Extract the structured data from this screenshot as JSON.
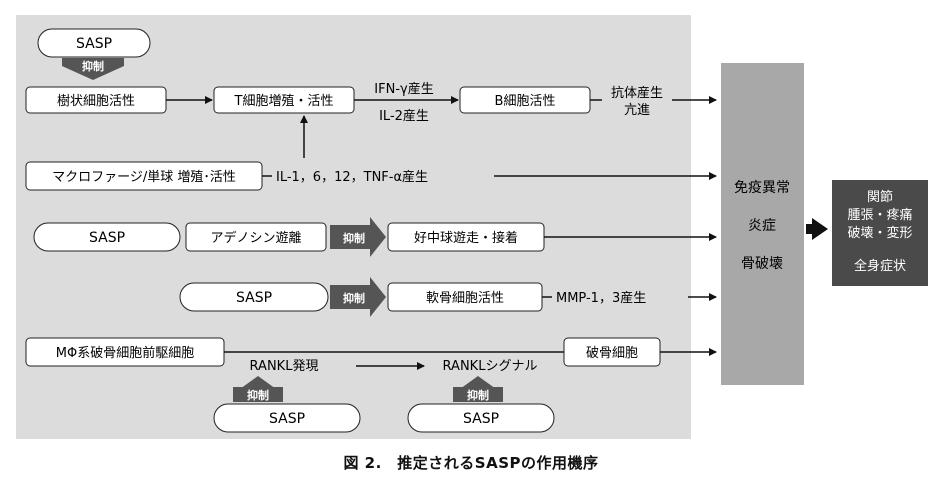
{
  "diagram": {
    "boxes": {
      "sasp_top": "SASP",
      "dendritic": "樹状細胞活性",
      "t_cell": "T細胞増殖・活性",
      "b_cell": "B細胞活性",
      "macrophage": "マクロファージ/単球 増殖･活性",
      "sasp_adenosine": "SASP",
      "adenosine": "アデノシン遊離",
      "neutrophil": "好中球遊走・接着",
      "sasp_cartilage": "SASP",
      "chondrocyte": "軟骨細胞活性",
      "mphi_precursor": "MΦ系破骨細胞前駆細胞",
      "osteoclast": "破骨細胞",
      "sasp_rankl": "SASP",
      "sasp_signal": "SASP"
    },
    "inhibit_label": "抑制",
    "labels": {
      "ifn": "IFN-γ産生",
      "il2": "IL-2産生",
      "antibody_1": "抗体産生",
      "antibody_2": "亢進",
      "cytokines": "IL-1，6，12，TNF-α産生",
      "mmp": "MMP-1，3産生",
      "rankl_expression": "RANKL発現",
      "rankl_signal": "RANKLシグナル"
    },
    "immune_column": [
      "免疫異常",
      "炎症",
      "骨破壊"
    ],
    "outcome_box": {
      "lines": [
        "関節",
        "腫張・疼痛",
        "破壊・変形"
      ],
      "systemic": "全身症状"
    },
    "colors": {
      "panel_bg": "#dcdcdc",
      "column_bg": "#a8a8a8",
      "outcome_bg": "#4a4a4a",
      "inhibit_bg": "#555555"
    }
  },
  "caption": "図 2.　推定されるSASPの作用機序"
}
